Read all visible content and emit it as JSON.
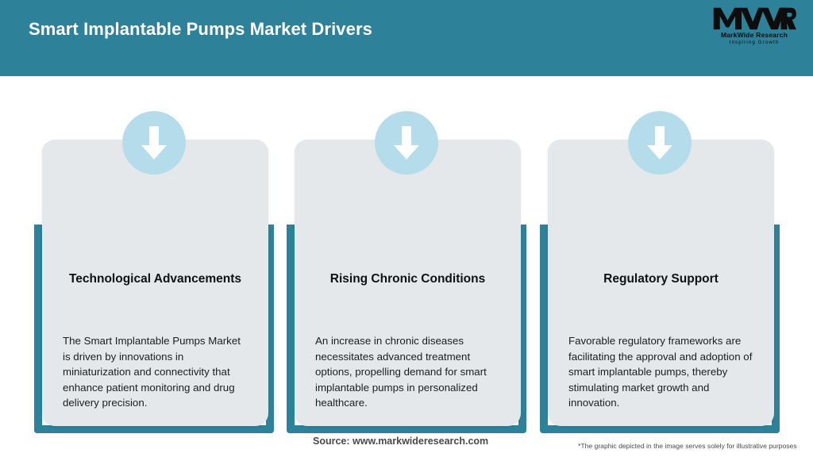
{
  "header": {
    "title": "Smart Implantable Pumps Market Drivers",
    "background_color": "#2d8198",
    "title_color": "#ffffff"
  },
  "logo": {
    "mark": "MWR",
    "name": "MarkWide Research",
    "tagline": "Inspiring Growth"
  },
  "cards": [
    {
      "icon": "arrow-down-icon",
      "title": "Technological Advancements",
      "body": "The Smart Implantable Pumps Market is driven by innovations in miniaturization and connectivity that enhance patient monitoring and drug delivery precision."
    },
    {
      "icon": "arrow-down-icon",
      "title": "Rising Chronic Conditions",
      "body": "An increase in chronic diseases necessitates advanced treatment options, propelling demand for smart implantable pumps in personalized healthcare."
    },
    {
      "icon": "arrow-down-icon",
      "title": "Regulatory Support",
      "body": "Favorable regulatory frameworks are facilitating the approval and adoption of smart implantable pumps, thereby stimulating market growth and innovation."
    }
  ],
  "footer": {
    "source": "Source: www.markwideresearch.com",
    "disclaimer": "*The graphic depicted in the image serves solely for illustrative purposes"
  },
  "colors": {
    "accent_teal": "#2d8198",
    "icon_circle": "#b5dcea",
    "card_background": "#e4e8ea",
    "page_background": "#ffffff"
  }
}
